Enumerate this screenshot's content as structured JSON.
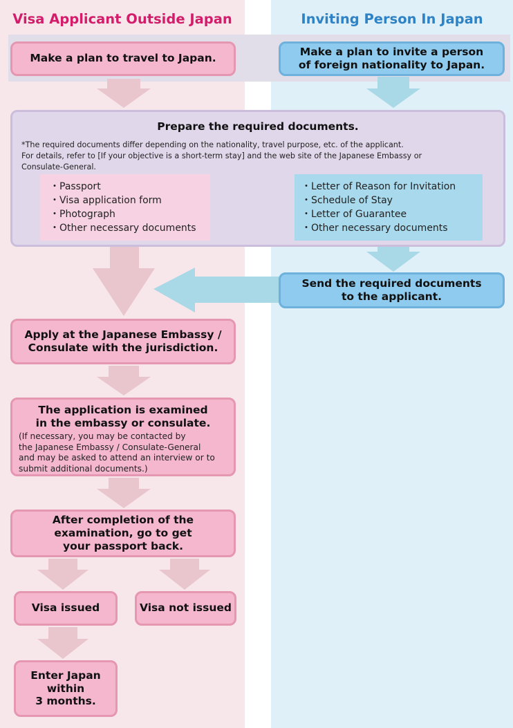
{
  "headers": {
    "applicant": "Visa Applicant Outside Japan",
    "inviter": "Inviting Person In Japan"
  },
  "colors": {
    "applicant_header": "#d31d6b",
    "inviter_header": "#2e82c6",
    "pink_box": "#f4b7cd",
    "blue_box": "#8fcbee",
    "pink_arrow": "#e9c5cd",
    "blue_arrow": "#a9d8e6"
  },
  "steps": {
    "plan_travel": "Make a plan to travel to Japan.",
    "plan_invite": [
      "Make a plan to invite a person",
      "of foreign nationality to Japan."
    ],
    "prepare_title": "Prepare the required documents.",
    "prepare_note": [
      "*The required documents differ depending on the nationality, travel purpose, etc. of the applicant.",
      "For details, refer to [If your objective is a short-term stay] and the web site of the Japanese Embassy or",
      "Consulate-General."
    ],
    "applicant_docs": [
      "・Passport",
      "・Visa application form",
      "・Photograph",
      "・Other necessary documents"
    ],
    "inviter_docs": [
      "・Letter of Reason for Invitation",
      "・Schedule of Stay",
      "・Letter of Guarantee",
      "・Other necessary documents"
    ],
    "send_docs": [
      "Send the required documents",
      "to the applicant."
    ],
    "apply": [
      "Apply at the Japanese Embassy /",
      "Consulate with the jurisdiction."
    ],
    "examined": [
      "The application is examined",
      "in the embassy or consulate."
    ],
    "examined_note": [
      "(If necessary, you may be contacted by",
      "the Japanese Embassy / Consulate-General",
      "and may be asked to attend an interview or to",
      "submit additional documents.)"
    ],
    "completion": [
      "After completion of the",
      "examination, go to get",
      "your passport back."
    ],
    "issued": "Visa issued",
    "not_issued": "Visa not issued",
    "enter": [
      "Enter Japan",
      "within",
      "3 months."
    ]
  }
}
